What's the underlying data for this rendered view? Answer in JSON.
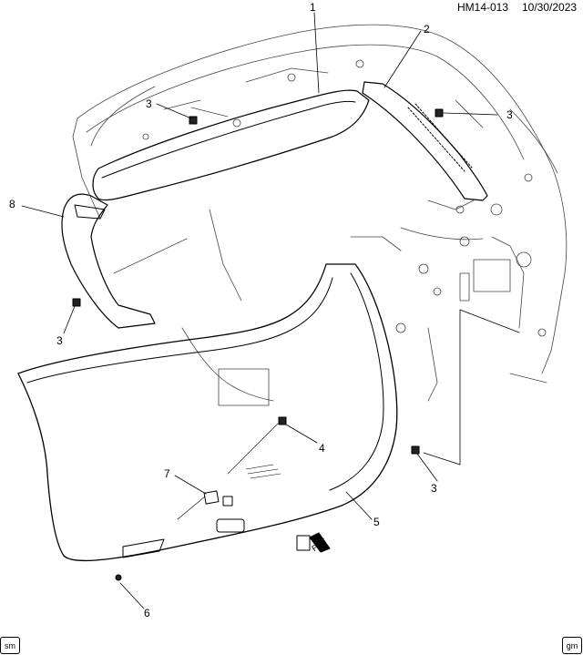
{
  "header": {
    "code": "HM14-013",
    "date": "10/30/2023"
  },
  "callouts": [
    "1",
    "2",
    "3",
    "3",
    "3",
    "3",
    "4",
    "5",
    "6",
    "7",
    "8"
  ],
  "arrow_label": "FRT",
  "corner_marks": {
    "bottom_left": "sm",
    "bottom_right": "gm"
  }
}
